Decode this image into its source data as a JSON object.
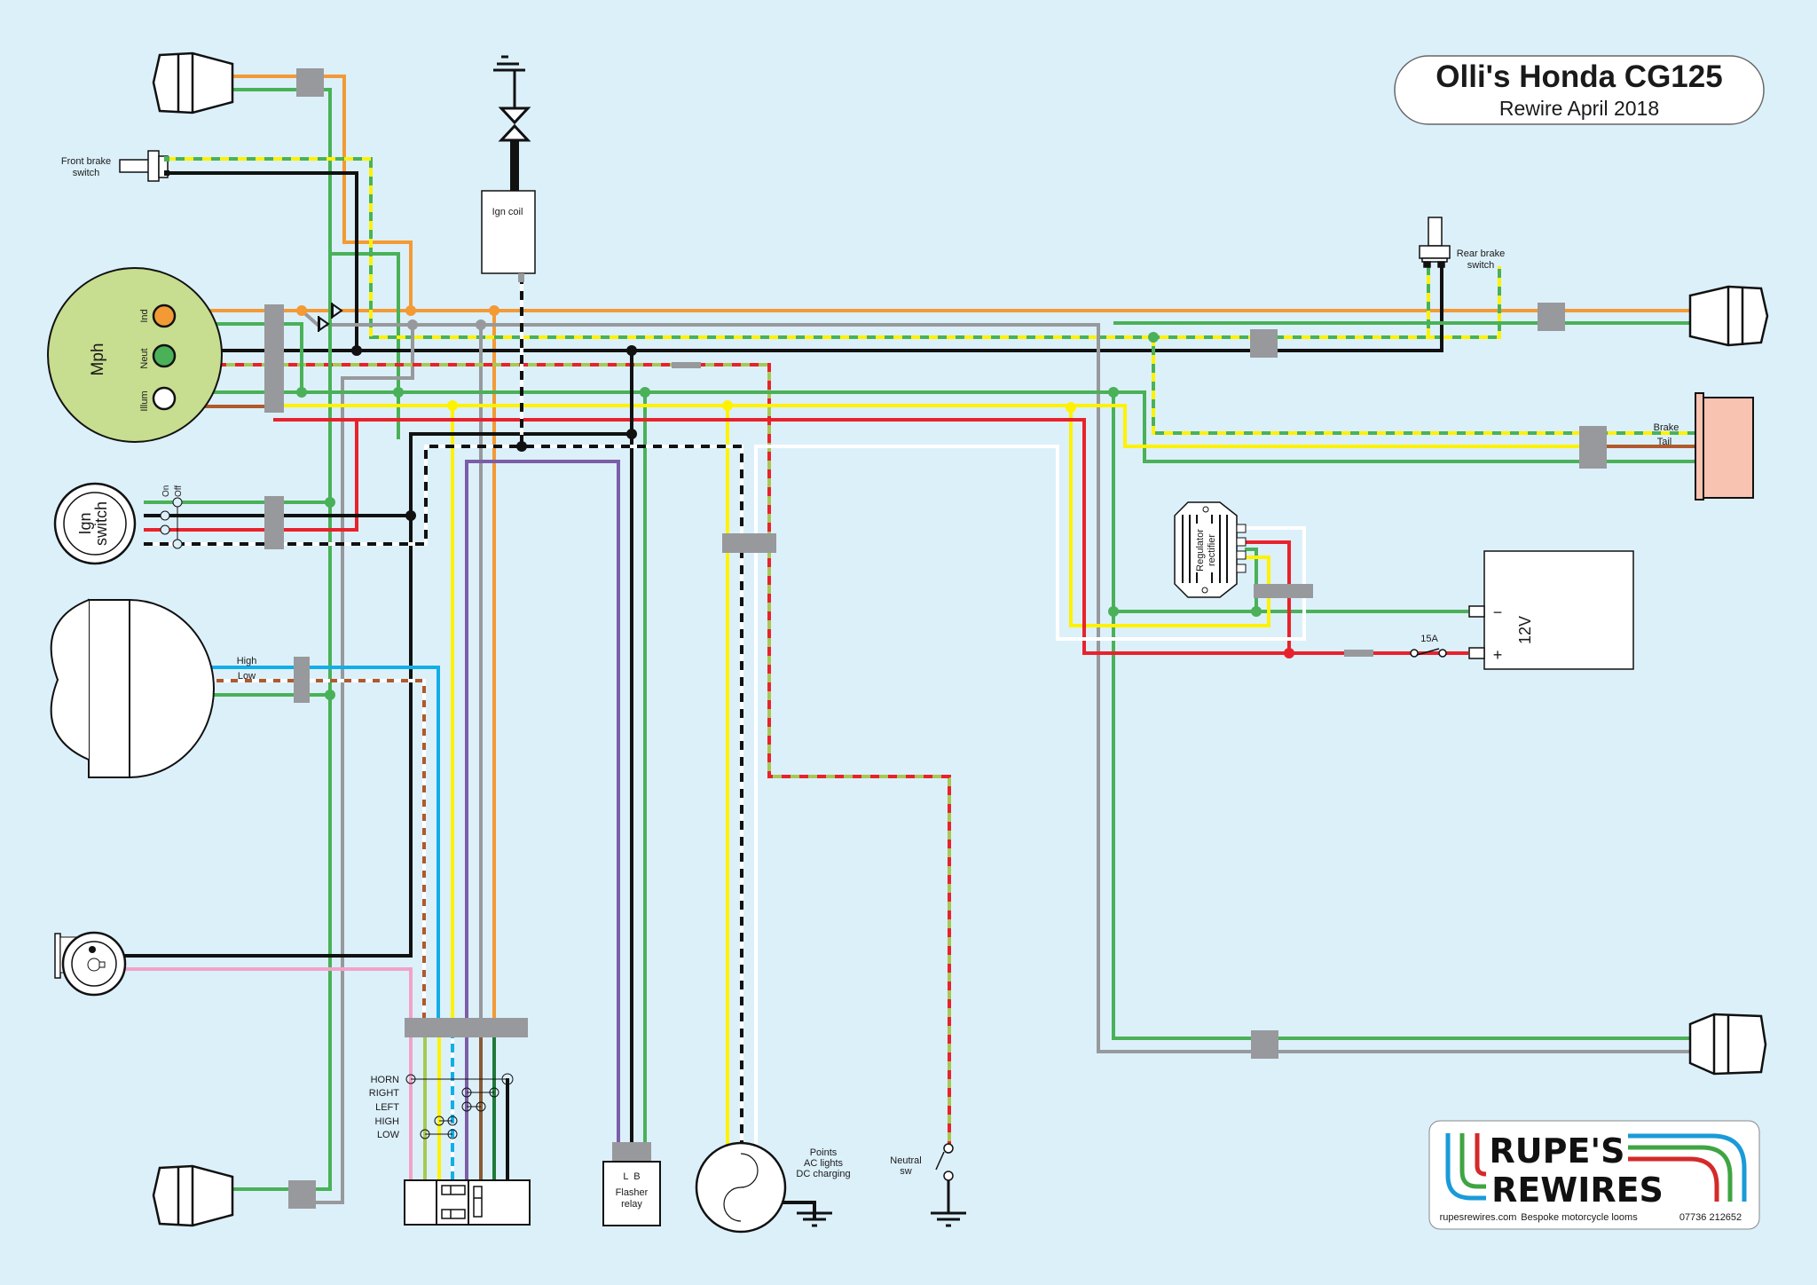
{
  "title": {
    "main": "Olli's Honda CG125",
    "sub": "Rewire April 2018"
  },
  "colors": {
    "background": "#dcf0fa",
    "orange": "#f39a35",
    "green": "#4ab158",
    "gray": "#98999c",
    "black": "#111111",
    "yellow": "#fff200",
    "red": "#e8222c",
    "brown": "#b0592c",
    "blue": "#13aee8",
    "purple": "#7b5ea7",
    "pink": "#f2a2c8",
    "lightgreen": "#a8c853",
    "darkgreen": "#1f7a3a",
    "darkbrown": "#8a5a35",
    "white": "#ffffff",
    "connector": "#98999c",
    "speedo_fill": "#c7dd8f",
    "taillight_fill": "#f8c3b1"
  },
  "components": {
    "speedo": {
      "label": "Mph",
      "lamps": [
        "Ind",
        "Neut",
        "Illum"
      ]
    },
    "ign_switch": {
      "label_line1": "Ign",
      "label_line2": "switch",
      "pos_on": "On",
      "pos_off": "Off"
    },
    "front_brake": {
      "line1": "Front brake",
      "line2": "switch"
    },
    "rear_brake": {
      "line1": "Rear brake",
      "line2": "switch"
    },
    "ign_coil": {
      "label": "Ign coil"
    },
    "headlight": {
      "high": "High",
      "low": "Low"
    },
    "taillight": {
      "brake": "Brake",
      "tail": "Tail"
    },
    "reg_rec": {
      "line1": "Regulator",
      "line2": "rectifier"
    },
    "battery": {
      "label": "12V",
      "neg": "−",
      "pos": "+"
    },
    "fuse": {
      "label": "15A"
    },
    "switchgear": {
      "rows": [
        "HORN",
        "RIGHT",
        "LEFT",
        "HIGH",
        "LOW"
      ]
    },
    "flasher": {
      "pins": "L  B",
      "line1": "Flasher",
      "line2": "relay"
    },
    "alternator": {
      "line1": "Points",
      "line2": "AC lights",
      "line3": "DC charging"
    },
    "neutral_sw": {
      "line1": "Neutral",
      "line2": "sw"
    }
  },
  "logo": {
    "line1": "RUPE'S",
    "line2": "REWIRES",
    "website": "rupesrewires.com",
    "tagline": "Bespoke motorcycle looms",
    "phone": "07736 212652"
  }
}
